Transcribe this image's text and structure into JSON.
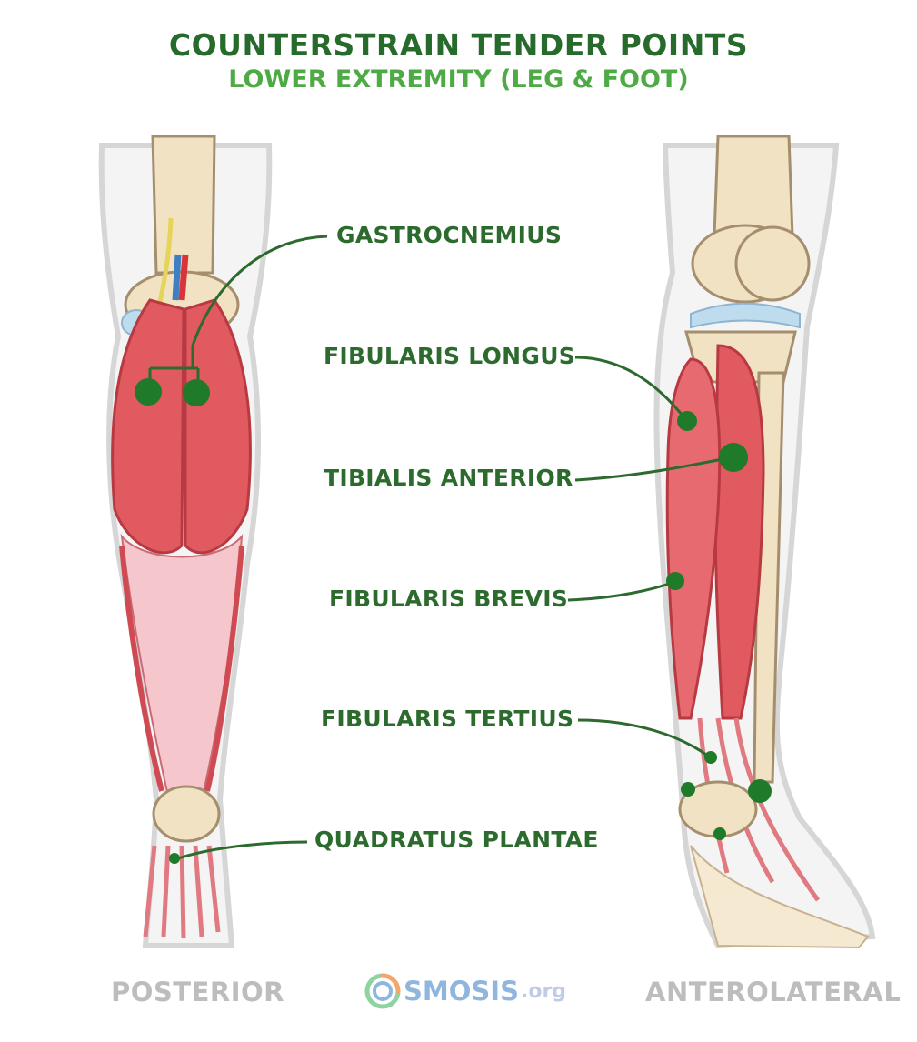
{
  "header": {
    "title": "COUNTERSTRAIN TENDER POINTS",
    "subtitle": "LOWER EXTREMITY (LEG & FOOT)"
  },
  "labels": {
    "gastrocnemius": "GASTROCNEMIUS",
    "fibularis_longus": "FIBULARIS LONGUS",
    "tibialis_anterior": "TIBIALIS ANTERIOR",
    "fibularis_brevis": "FIBULARIS BREVIS",
    "fibularis_tertius": "FIBULARIS TERTIUS",
    "quadratus_plantae": "QUADRATUS PLANTAE"
  },
  "views": {
    "left": "POSTERIOR",
    "right": "ANTEROLATERAL"
  },
  "logo": {
    "brand": "SMOSIS",
    "suffix": ".org"
  },
  "colors": {
    "title": "#276b2c",
    "subtitle": "#4daa45",
    "label": "#2c6a2e",
    "tender_point": "#1f7a2a",
    "muscle": "#e05a60",
    "tendon": "#f5c6cc",
    "bone": "#f1e2c4",
    "skin_outline": "#d8d8d8"
  }
}
